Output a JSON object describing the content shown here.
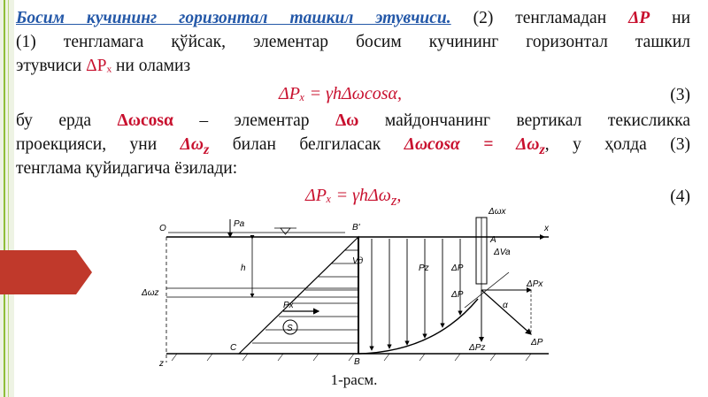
{
  "line1": {
    "title": "Босим кучининг горизонтал ташкил этувчиси.",
    "pre": "(2) тенгламадан",
    "dp": "ΔP",
    "post": "ни"
  },
  "line2": "(1) тенгламага қўйсак, элементар босим кучининг горизонтал ташкил",
  "line3": {
    "pre": "этувчиси",
    "sym": "ΔPₓ",
    "post": "ни оламиз"
  },
  "eq3": {
    "formula": "ΔPₓ = γhΔωcosα,",
    "number": "(3)"
  },
  "line4": {
    "pre": "бу ерда",
    "sym1": "Δωcosα",
    "mid": "– элементар",
    "sym2": "Δω",
    "post": "майдончанинг вертикал текисликка"
  },
  "line5": {
    "pre": "проекцияси, уни",
    "sym1": "Δω",
    "sub1": "z",
    "mid": "билан белгиласак",
    "sym2": "Δωcosα = Δω",
    "sub2": "z",
    "post": ", у ҳолда (3)"
  },
  "line6": "тенглама қуйидагича ёзилади:",
  "eq4": {
    "formula": "ΔPₓ = γhΔω",
    "sub": "z",
    "tail": ",",
    "number": "(4)"
  },
  "figure": {
    "labels": {
      "o": "O",
      "pa": "Pa",
      "b_top": "B'",
      "dwx": "Δωx",
      "x": "x",
      "a": "A",
      "dva": "ΔVa",
      "vd": "Vд",
      "pz": "Pz",
      "dp1": "ΔP",
      "dp2": "ΔP",
      "dpx": "ΔPx",
      "dp3": "ΔP",
      "alpha": "α",
      "dpz": "ΔPz",
      "h": "h",
      "dwz": "Δωz",
      "px": "Px",
      "s": "S",
      "c": "C",
      "b": "B",
      "z": "z"
    }
  },
  "caption": "1-расм.",
  "colors": {
    "title": "#2458a8",
    "accent": "#c8102e",
    "tab": "#c0392b",
    "stripe": "#8fbe3a"
  }
}
